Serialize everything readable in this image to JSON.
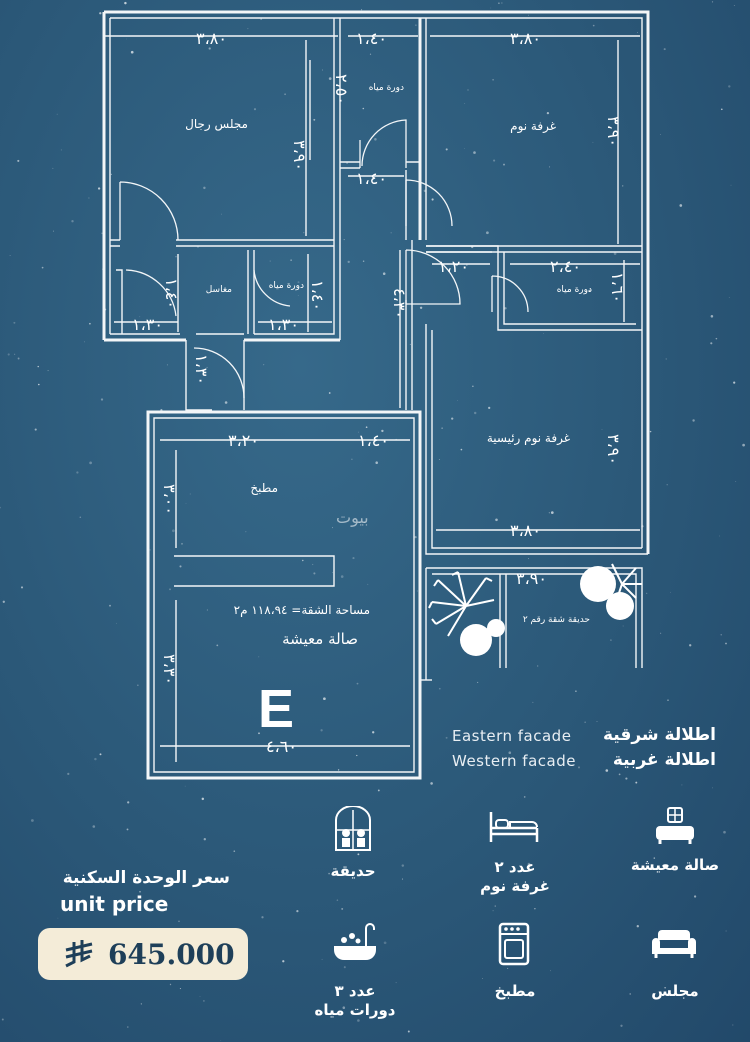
{
  "plan": {
    "dims": {
      "d_top_left": "٣،٨٠",
      "d_top_mid": "١،٤٠",
      "d_top_right": "٣،٨٠",
      "d_v_majlis": "٣،٩٠",
      "d_v_bath1": "٢،٥٠",
      "d_mid_140": "١،٤٠",
      "d_v_bed1": "٣،٩٠",
      "d_120": "١،٢٠",
      "d_240": "٢،٤٠",
      "d_v_bath3": "١،٦٠",
      "d_v_corr": "٤،٣٠",
      "d_v_sink": "١،٤٠",
      "d_130_a": "١،٣٠",
      "d_v_bath2": "١،٤٠",
      "d_130_b": "١،٣٠",
      "d_v_entry": "١،٣٠",
      "d_320": "٣،٢٠",
      "d_140_b": "١،٤٠",
      "d_v_kitchen": "٣،٠٠",
      "d_v_master": "٣،٩٠",
      "d_380_b": "٣،٨٠",
      "d_390": "٣،٩٠",
      "d_v_living": "٣،٣٠",
      "d_460": "٤،٦٠"
    },
    "rooms": {
      "majlis": "مجلس رجال",
      "bath1": "دورة مياه",
      "bedroom": "غرفة نوم",
      "sinks": "مغاسل",
      "bath2": "دورة مياه",
      "bath3": "دورة مياه",
      "master": "غرفة نوم رئيسية",
      "kitchen": "مطبخ",
      "area": "مساحة الشقة= ١١٨،٩٤ م٢",
      "living": "صالة معيشة",
      "garden": "حديقة شقة رقم ٢"
    },
    "unit_letter": "E",
    "watermark": "بيوت"
  },
  "facades": {
    "eastern_ar": "اطلالة شرقية",
    "eastern_en": "Eastern facade",
    "western_ar": "اطلالة غربية",
    "western_en": "Western facade"
  },
  "features": {
    "garden": {
      "label": "حديقة",
      "icon": "garden-icon"
    },
    "bedrooms": {
      "count": "عدد ٢",
      "label": "غرفة نوم",
      "icon": "bed-icon"
    },
    "living": {
      "label": "صالة معيشة",
      "icon": "sofa-icon"
    },
    "baths": {
      "count": "عدد ٣",
      "label": "دورات مياه",
      "icon": "bathtub-icon"
    },
    "kitchen": {
      "label": "مطبخ",
      "icon": "stove-icon"
    },
    "majlis": {
      "label": "مجلس",
      "icon": "couch-icon"
    }
  },
  "price": {
    "label_ar": "سعر الوحدة السكنية",
    "label_en": "unit price",
    "value": "645.000",
    "currency_icon": "riyal-icon"
  }
}
